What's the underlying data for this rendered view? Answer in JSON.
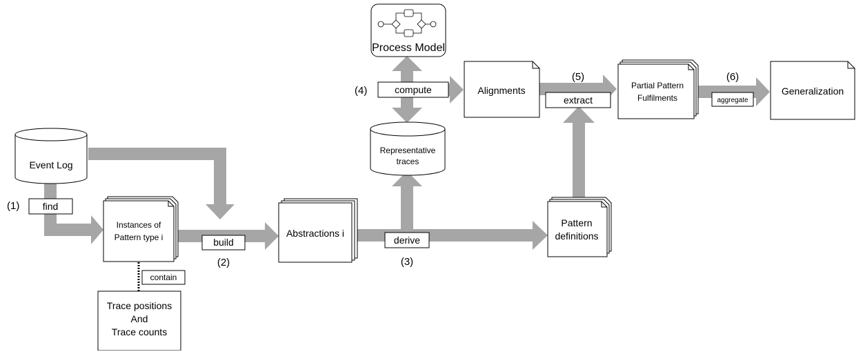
{
  "colors": {
    "arrow": "#a6a6a6",
    "stroke": "#000000",
    "fill": "#ffffff"
  },
  "nodes": {
    "event_log": "Event Log",
    "instances": [
      "Instances of",
      "Pattern type i"
    ],
    "abstractions": "Abstractions i",
    "representative": [
      "Representative",
      "traces"
    ],
    "process_model": "Process Model",
    "alignments": "Alignments",
    "partial": [
      "Partial Pattern",
      "Fulfilments"
    ],
    "generalization": "Generalization",
    "pattern_defs": [
      "Pattern",
      "definitions"
    ],
    "trace_positions": [
      "Trace positions",
      "And",
      "Trace counts"
    ]
  },
  "actions": {
    "find": "find",
    "build": "build",
    "derive": "derive",
    "compute": "compute",
    "extract": "extract",
    "aggregate": "aggregate",
    "contain": "contain"
  },
  "steps": {
    "s1": "(1)",
    "s2": "(2)",
    "s3": "(3)",
    "s4": "(4)",
    "s5": "(5)",
    "s6": "(6)"
  }
}
